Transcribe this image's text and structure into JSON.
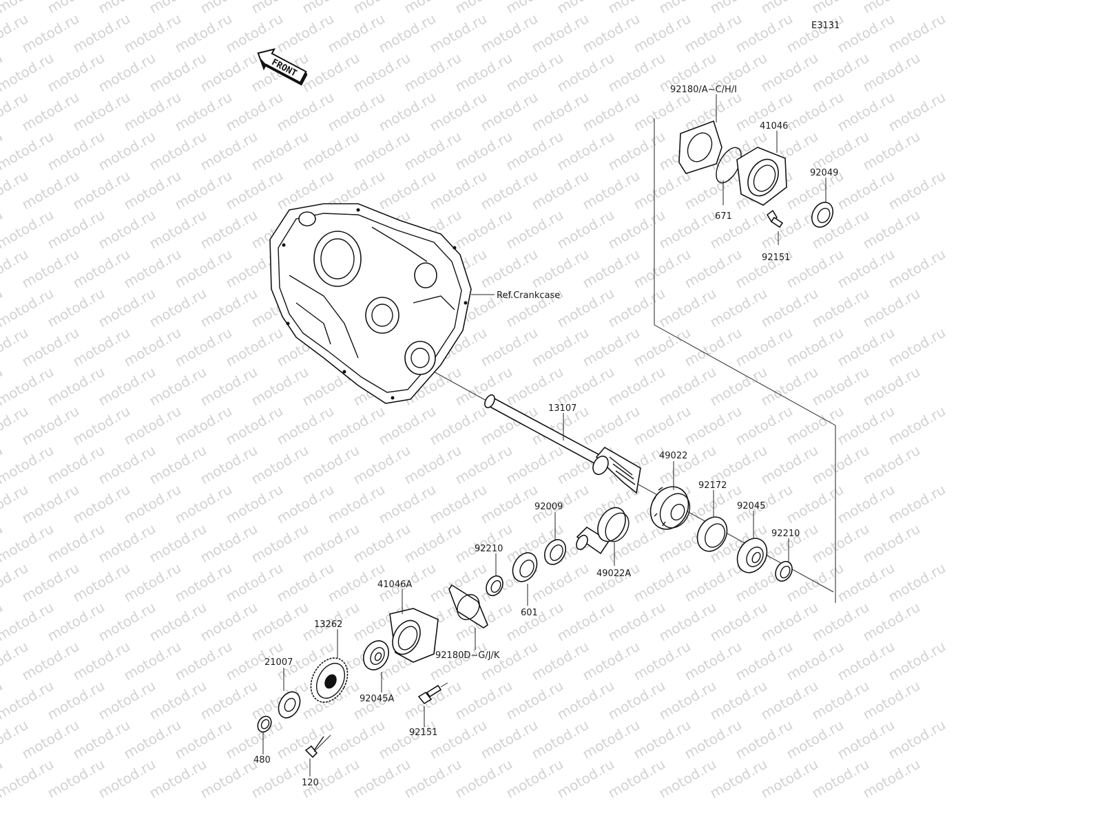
{
  "diagram_code": "E3131",
  "watermark": "motod.ru",
  "front_label": "FRONT",
  "ref_label": "Ref.Crankcase",
  "parts": [
    {
      "id": "p-92180-ach",
      "label": "92180/A~C/H/I"
    },
    {
      "id": "p-41046",
      "label": "41046"
    },
    {
      "id": "p-92049",
      "label": "92049"
    },
    {
      "id": "p-671",
      "label": "671"
    },
    {
      "id": "p-92151-top",
      "label": "92151"
    },
    {
      "id": "p-13107",
      "label": "13107"
    },
    {
      "id": "p-49022",
      "label": "49022"
    },
    {
      "id": "p-92172",
      "label": "92172"
    },
    {
      "id": "p-92009",
      "label": "92009"
    },
    {
      "id": "p-92045",
      "label": "92045"
    },
    {
      "id": "p-92210-right",
      "label": "92210"
    },
    {
      "id": "p-49022A",
      "label": "49022A"
    },
    {
      "id": "p-92210-left",
      "label": "92210"
    },
    {
      "id": "p-601",
      "label": "601"
    },
    {
      "id": "p-41046A",
      "label": "41046A"
    },
    {
      "id": "p-92180-dg",
      "label": "92180D~G/J/K"
    },
    {
      "id": "p-13262",
      "label": "13262"
    },
    {
      "id": "p-21007",
      "label": "21007"
    },
    {
      "id": "p-92045A",
      "label": "92045A"
    },
    {
      "id": "p-92151-bottom",
      "label": "92151"
    },
    {
      "id": "p-480",
      "label": "480"
    },
    {
      "id": "p-120",
      "label": "120"
    }
  ]
}
